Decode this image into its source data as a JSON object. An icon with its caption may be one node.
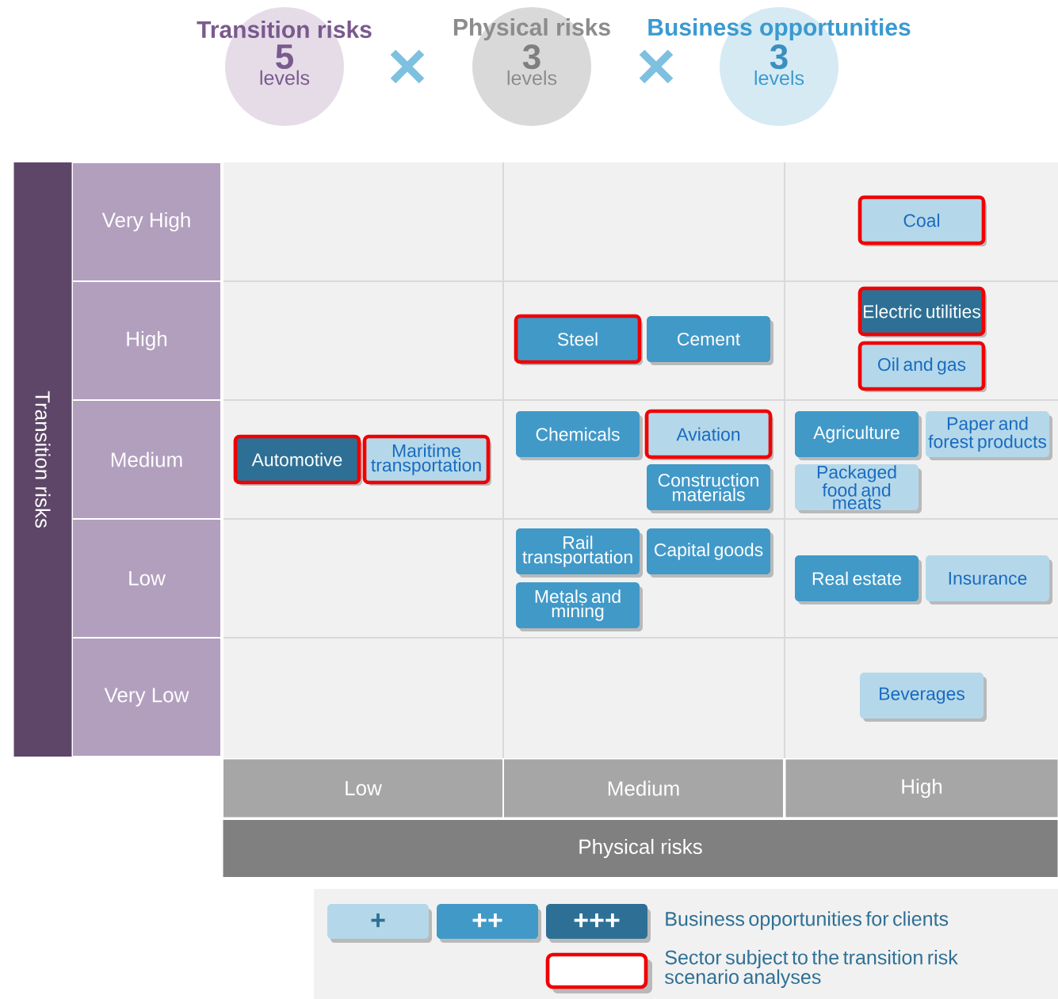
{
  "diagram": {
    "nodes": [
      {
        "text": [
          "Transition risks",
          "5",
          "levels"
        ]
      },
      {
        "text": [
          "Physical risks",
          "3",
          "levels"
        ]
      },
      {
        "text": [
          "Business opportunities",
          "3",
          "levels"
        ]
      },
      {
        "text": [
          "Transition risks"
        ]
      },
      {
        "text": [
          "Very High"
        ]
      },
      {
        "text": [
          "High"
        ]
      },
      {
        "text": [
          "Medium"
        ]
      },
      {
        "text": [
          "Low"
        ]
      },
      {
        "text": [
          "Very Low"
        ]
      },
      {
        "text": [
          "Coal"
        ]
      },
      {
        "text": [
          "Electric utilities"
        ]
      },
      {
        "text": [
          "Steel"
        ]
      },
      {
        "text": [
          "Cement"
        ]
      },
      {
        "text": [
          "Oil and gas"
        ]
      },
      {
        "text": [
          "Automotive"
        ]
      },
      {
        "text": [
          "Maritime transportation"
        ]
      },
      {
        "text": [
          "Chemicals"
        ]
      },
      {
        "text": [
          "Aviation"
        ]
      },
      {
        "text": [
          "Agriculture"
        ]
      },
      {
        "text": [
          "Paper and forest products"
        ]
      },
      {
        "text": [
          "Construction materials"
        ]
      },
      {
        "text": [
          "Packaged food and meats"
        ]
      },
      {
        "text": [
          "Rail transportation"
        ]
      },
      {
        "text": [
          "Capital goods"
        ]
      },
      {
        "text": [
          "Real estate"
        ]
      },
      {
        "text": [
          "Insurance"
        ]
      },
      {
        "text": [
          "Metals and mining"
        ]
      },
      {
        "text": [
          "Beverages"
        ]
      },
      {
        "text": [
          "Low"
        ]
      },
      {
        "text": [
          "Medium"
        ]
      },
      {
        "text": [
          "High"
        ]
      },
      {
        "text": [
          "Physical risks"
        ]
      }
    ],
    "labels": [
      "+",
      "++",
      "+++"
    ],
    "legend": [
      {
        "text": "Business opportunities for clients"
      },
      {
        "text": "Sector subject to the transition risk scenario analyses"
      }
    ]
  }
}
